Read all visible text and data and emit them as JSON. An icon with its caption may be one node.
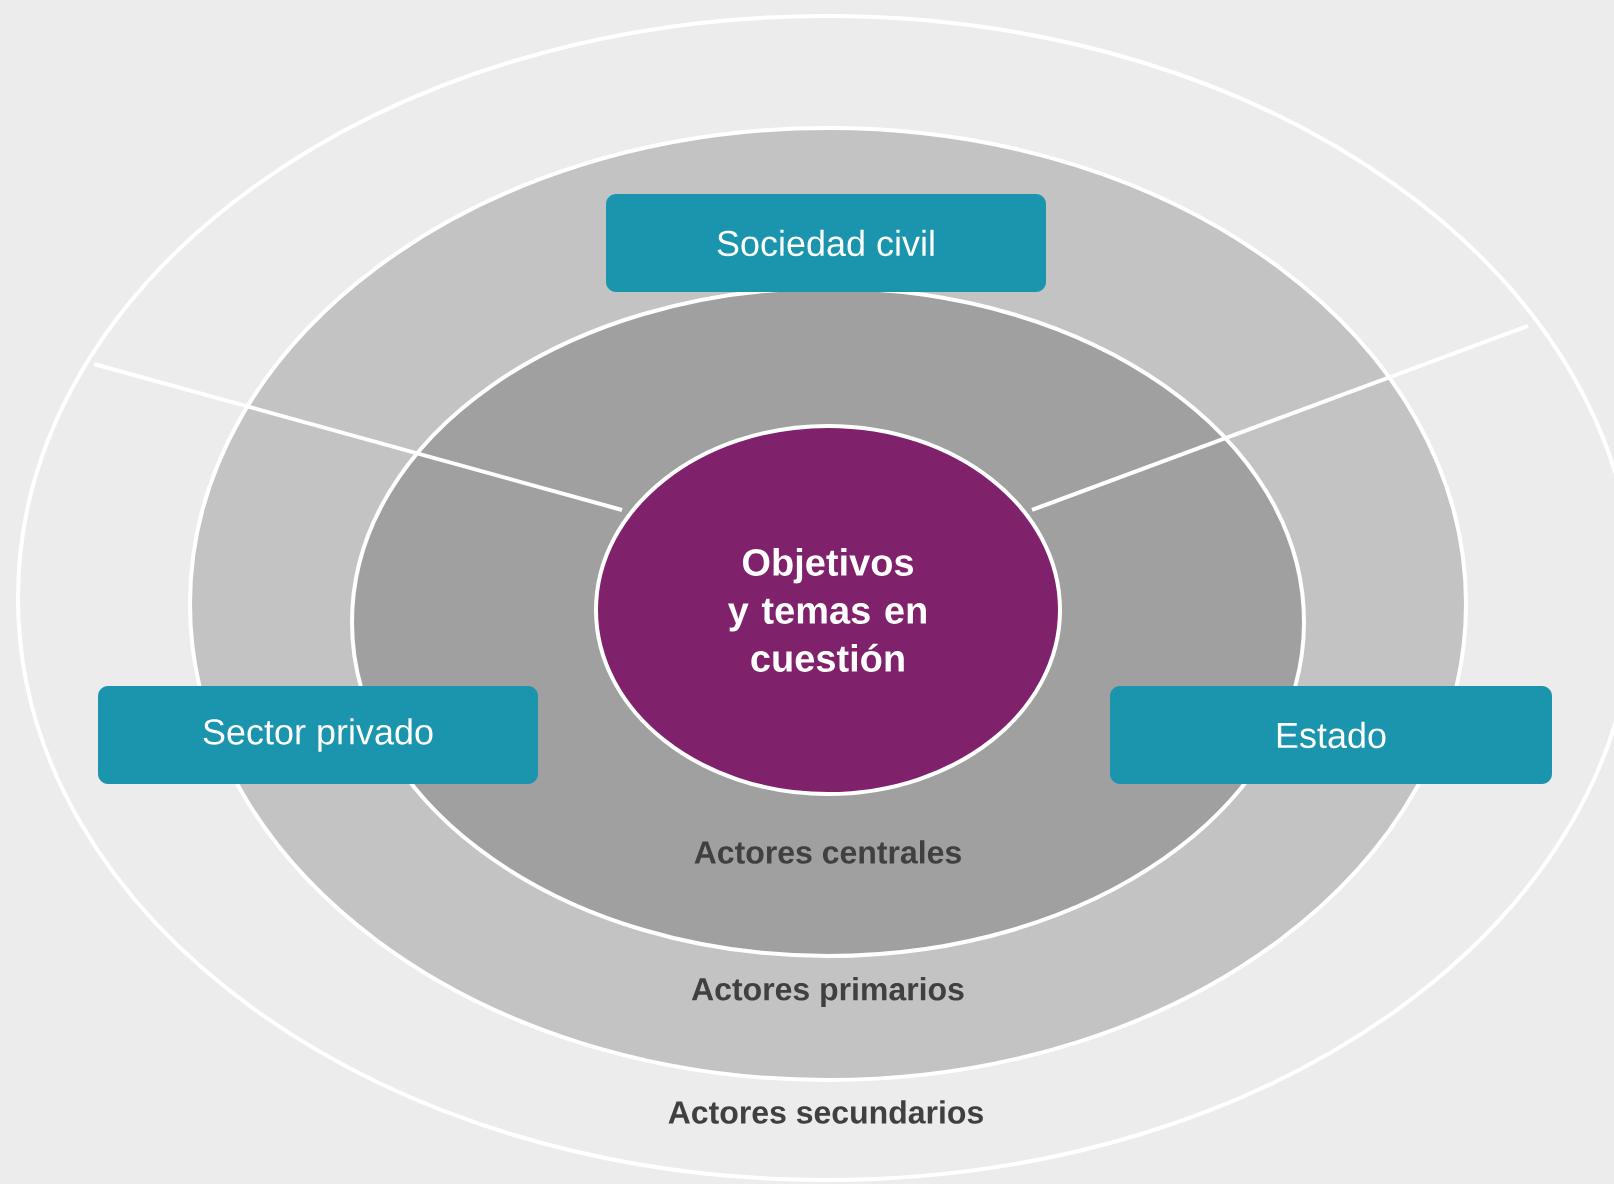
{
  "diagram": {
    "nodes": [
      {
        "text": [
          "Actores secundarios"
        ]
      },
      {
        "text": [
          "Actores primarios"
        ],
        "in": 0
      },
      {
        "text": [
          "Actores centrales"
        ],
        "in": 1
      },
      {
        "text": [
          "Objetivos y temas en cuestión"
        ],
        "in": 2
      },
      {
        "text": [
          "Sociedad civil"
        ],
        "in": 1
      },
      {
        "text": [
          "Sector privado"
        ],
        "in": 0
      },
      {
        "text": [
          "Estado"
        ],
        "in": 0
      }
    ]
  }
}
